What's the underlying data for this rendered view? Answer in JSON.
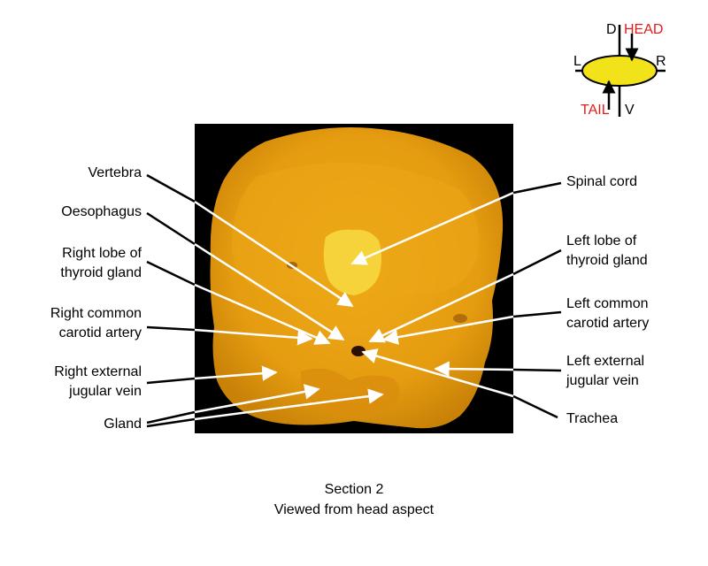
{
  "orientation": {
    "dorsal": "D",
    "ventral": "V",
    "left": "L",
    "right": "R",
    "head": "HEAD",
    "tail": "TAIL",
    "head_color": "#e21b1b",
    "tail_color": "#e21b1b",
    "body_color": "#f2e21a"
  },
  "labels": {
    "vertebra": "Vertebra",
    "oesophagus": "Oesophagus",
    "right_thyroid_1": "Right lobe of",
    "right_thyroid_2": "thyroid gland",
    "right_carotid_1": "Right common",
    "right_carotid_2": "carotid artery",
    "right_jugular_1": "Right external",
    "right_jugular_2": "jugular vein",
    "gland": "Gland",
    "spinal_cord": "Spinal cord",
    "left_thyroid_1": "Left lobe of",
    "left_thyroid_2": "thyroid gland",
    "left_carotid_1": "Left common",
    "left_carotid_2": "carotid artery",
    "left_jugular_1": "Left external",
    "left_jugular_2": "jugular vein",
    "trachea": "Trachea"
  },
  "caption": {
    "line1": "Section 2",
    "line2": "Viewed from head aspect"
  },
  "colors": {
    "tissue": "#e8a010",
    "tissue_dark": "#c77f0a",
    "background": "#000000"
  }
}
